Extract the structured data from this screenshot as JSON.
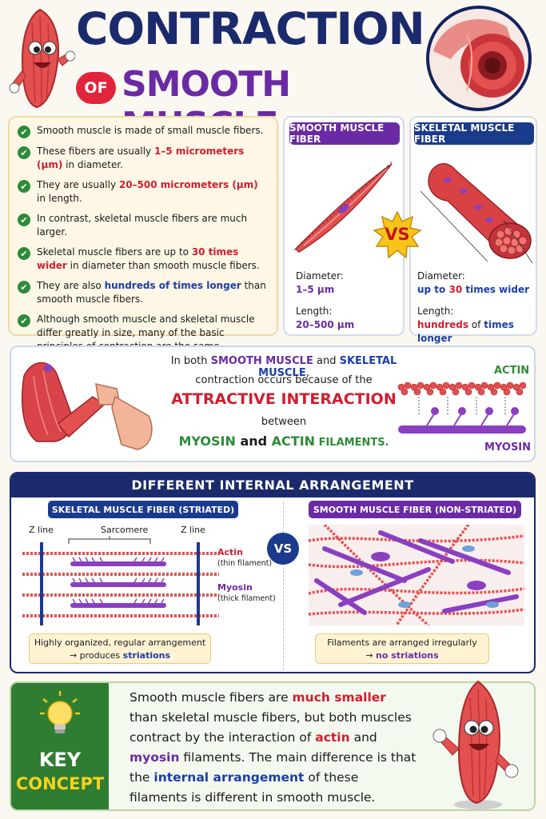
{
  "header": {
    "title_line1": "CONTRACTION",
    "of_badge": "OF",
    "title_line2": "SMOOTH MUSCLE"
  },
  "bullets": [
    {
      "parts": [
        {
          "t": "Smooth muscle is made of small muscle fibers."
        }
      ]
    },
    {
      "parts": [
        {
          "t": "These fibers are usually "
        },
        {
          "t": "1–5 micrometers (µm)",
          "c": "red"
        },
        {
          "t": " in diameter."
        }
      ]
    },
    {
      "parts": [
        {
          "t": "They are usually "
        },
        {
          "t": "20–500 micrometers (µm)",
          "c": "red"
        },
        {
          "t": " in length."
        }
      ]
    },
    {
      "parts": [
        {
          "t": "In contrast, skeletal muscle fibers are much larger."
        }
      ]
    },
    {
      "parts": [
        {
          "t": "Skeletal muscle fibers are up to "
        },
        {
          "t": "30 times wider",
          "c": "red"
        },
        {
          "t": " in diameter than smooth muscle fibers."
        }
      ]
    },
    {
      "parts": [
        {
          "t": "They are also "
        },
        {
          "t": "hundreds of times longer",
          "c": "blue"
        },
        {
          "t": " than smooth muscle fibers."
        }
      ]
    },
    {
      "parts": [
        {
          "t": "Although smooth muscle and skeletal muscle differ greatly in size, many of the basic principles of contraction are the same."
        }
      ]
    }
  ],
  "smooth_fiber": {
    "label": "SMOOTH MUSCLE FIBER",
    "diameter_label": "Diameter:",
    "diameter_value": "1–5 µm",
    "length_label": "Length:",
    "length_value": "20–500 µm"
  },
  "skeletal_fiber": {
    "label": "SKELETAL MUSCLE FIBER",
    "diameter_label": "Diameter:",
    "diameter_pre": "up to ",
    "diameter_num": "30",
    "diameter_post": " times wider",
    "length_label": "Length:",
    "length_pre": "hundreds",
    "length_mid": " of ",
    "length_post": "times longer"
  },
  "vs_label": "VS",
  "interaction": {
    "line1_pre": "In both ",
    "line1_smooth": "SMOOTH MUSCLE",
    "line1_and": " and ",
    "line1_skeletal": "SKELETAL MUSCLE",
    "line1_comma": ",",
    "line2": "contraction occurs because of the",
    "line3": "ATTRACTIVE INTERACTION",
    "line4": "between",
    "line5_myosin": "MYOSIN",
    "line5_and": " and ",
    "line5_actin": "ACTIN",
    "line5_filaments": " FILAMENTS.",
    "actin_label": "ACTIN",
    "myosin_label": "MYOSIN"
  },
  "arrangement": {
    "heading": "DIFFERENT INTERNAL ARRANGEMENT",
    "skeletal_label": "SKELETAL MUSCLE FIBER (STRIATED)",
    "smooth_label": "SMOOTH MUSCLE FIBER (NON-STRIATED)",
    "z_line_left": "Z line",
    "z_line_right": "Z line",
    "sarcomere": "Sarcomere",
    "actin": "Actin",
    "actin_sub": "(thin filament)",
    "myosin": "Myosin",
    "myosin_sub": "(thick filament)",
    "skeletal_note_line1": "Highly organized, regular arrangement",
    "skeletal_note_pre": "→ produces ",
    "skeletal_note_word": "striations",
    "smooth_note_line1": "Filaments are arranged irregularly",
    "smooth_note_pre": "→ ",
    "smooth_note_word": "no striations",
    "vs": "VS"
  },
  "key_concept": {
    "badge_line1": "KEY",
    "badge_line2": "CONCEPT",
    "t1": "Smooth muscle fibers are ",
    "t2": "much smaller",
    "t3": " than skeletal muscle fibers, but both muscles contract by the interaction of ",
    "t4": "actin",
    "t5": " and ",
    "t6": "myosin",
    "t7": " filaments. The main difference is that the ",
    "t8": "internal arrangement",
    "t9": " of these filaments is different in smooth muscle."
  },
  "colors": {
    "navy": "#1a2a6c",
    "purple": "#6a2aa3",
    "red": "#d11d2e",
    "green": "#2e8b3a",
    "blue": "#1b3ea8"
  }
}
